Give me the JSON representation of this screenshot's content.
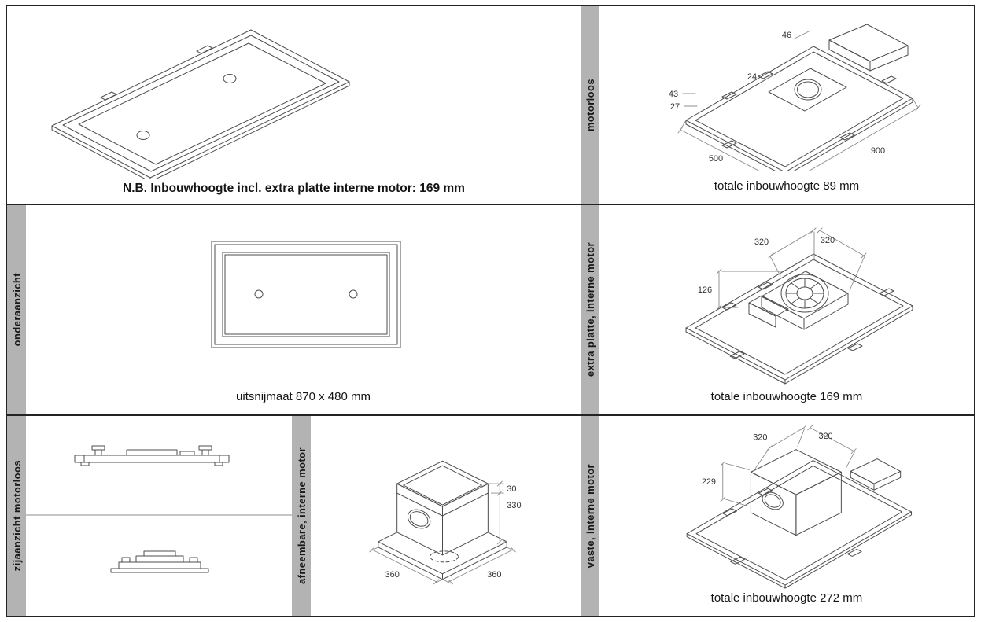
{
  "page": {
    "background": "#ffffff",
    "border_color": "#232323",
    "bar_color": "#b3b3b3",
    "line_color": "#4d4d4d"
  },
  "panels": {
    "overview": {
      "note": "N.B. Inbouwhoogte incl. extra platte interne motor: 169 mm"
    },
    "motorloos": {
      "label": "motorloos",
      "caption": "totale inbouwhoogte 89 mm",
      "dims": {
        "box_w": "46",
        "clip_w": "24",
        "h_bracket": "43",
        "h_body": "27",
        "width_total": "900",
        "depth_total": "500"
      }
    },
    "onderaanzicht": {
      "label": "onderaanzicht",
      "caption": "uitsnijmaat 870 x 480 mm"
    },
    "extra_platte": {
      "label": "extra platte, interne motor",
      "caption": "totale inbouwhoogte 169 mm",
      "dims": {
        "fan_w": "320",
        "fan_d": "320",
        "fan_h": "126"
      }
    },
    "zijaanzicht": {
      "label": "zijaanzicht motorloos"
    },
    "afneembare": {
      "label": "afneembare, interne motor",
      "dims": {
        "flange_h": "30",
        "box_h": "330",
        "box_w": "360",
        "box_d": "360"
      }
    },
    "vaste": {
      "label": "vaste, interne motor",
      "caption": "totale inbouwhoogte 272 mm",
      "dims": {
        "box_w": "320",
        "box_d": "320",
        "box_h": "229"
      }
    }
  }
}
